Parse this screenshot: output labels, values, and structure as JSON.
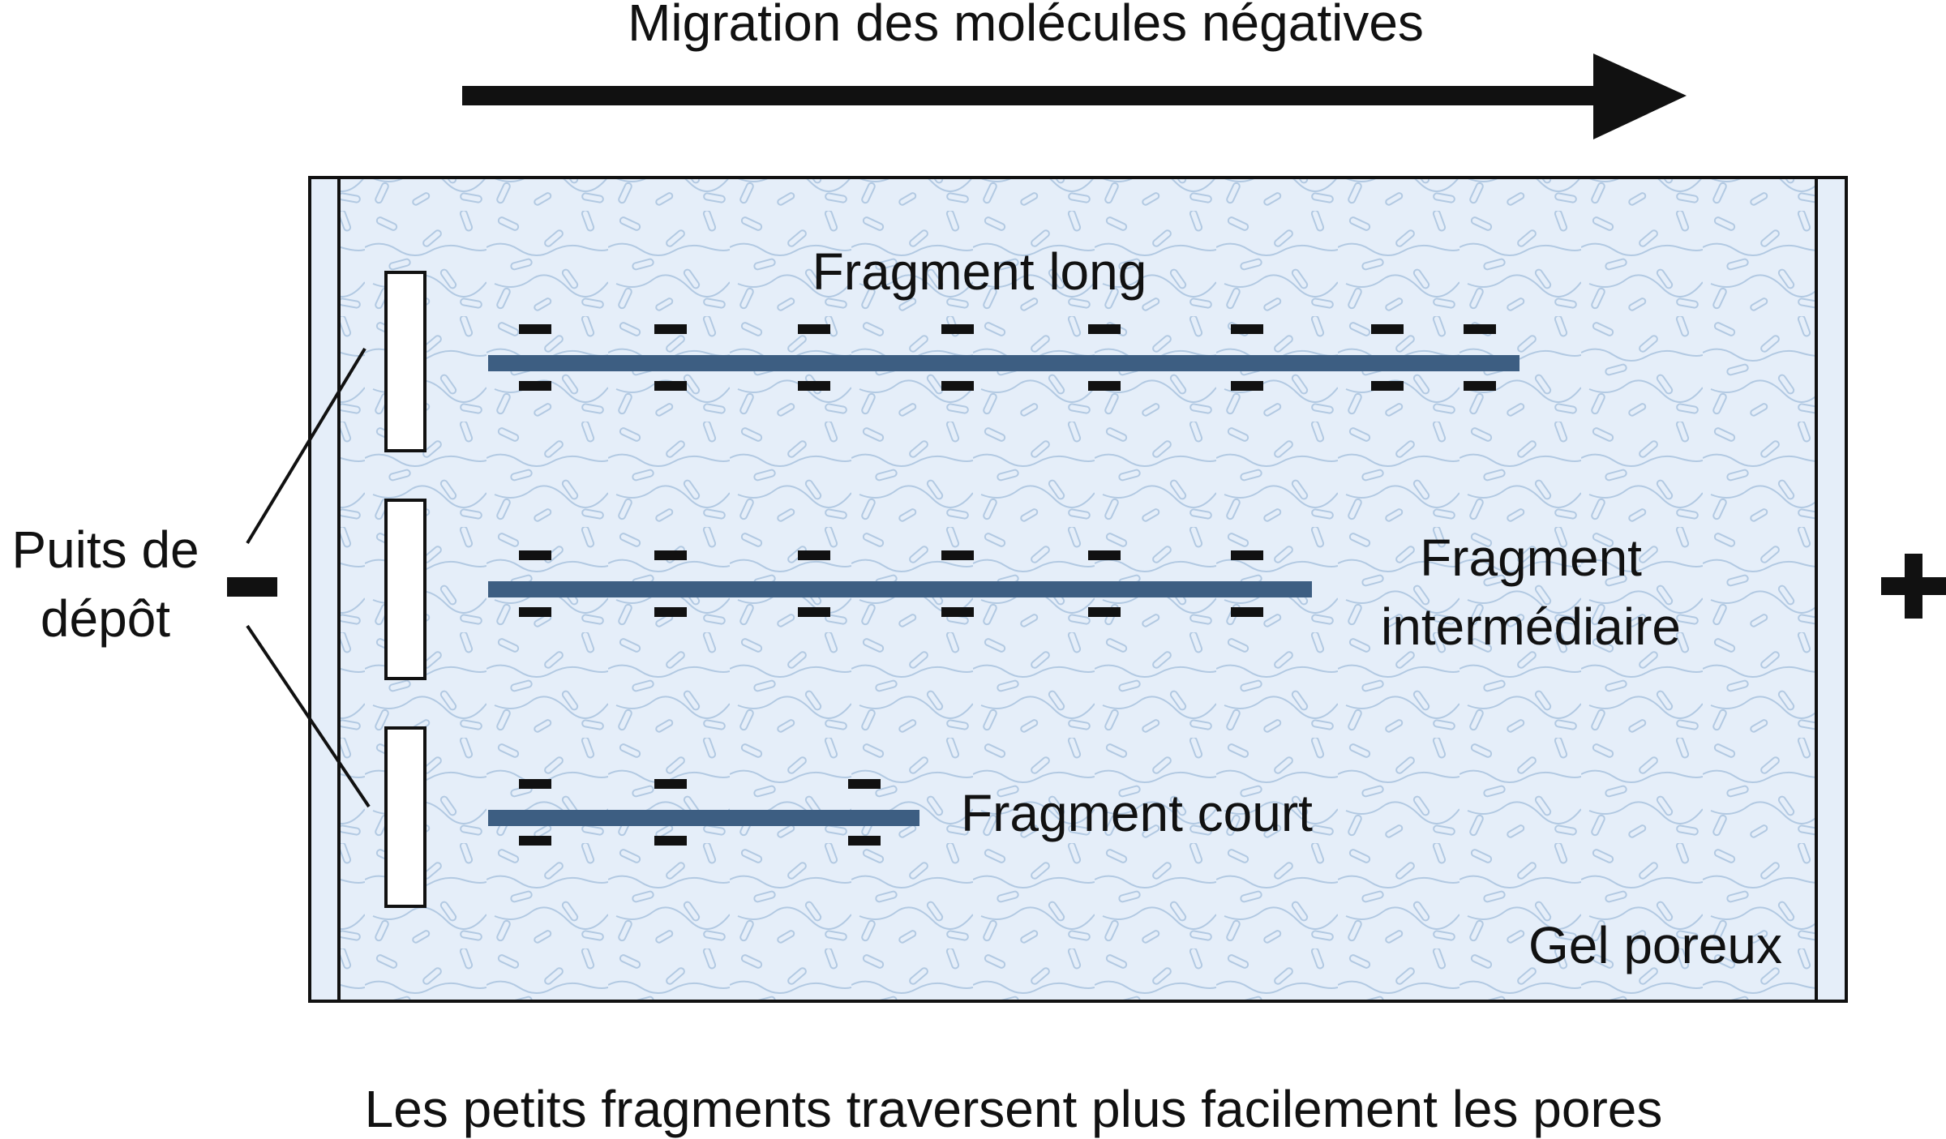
{
  "title": "Migration des molécules négatives",
  "caption": "Les petits fragments traversent plus facilement les pores",
  "wells_label_line1": "Puits de",
  "wells_label_line2": "dépôt",
  "gel_label": "Gel poreux",
  "cathode_symbol": "−",
  "anode_symbol": "+",
  "fragments": [
    {
      "label": "Fragment long",
      "charge_pairs": 8
    },
    {
      "label_line1": "Fragment",
      "label_line2": "intermédiaire",
      "charge_pairs": 6
    },
    {
      "label": "Fragment court",
      "charge_pairs": 3
    }
  ],
  "colors": {
    "gel_fill": "#e5eef9",
    "gel_texture": "#a9c3de",
    "fragment": "#3d5e82",
    "outline": "#111111",
    "charge": "#111111"
  }
}
